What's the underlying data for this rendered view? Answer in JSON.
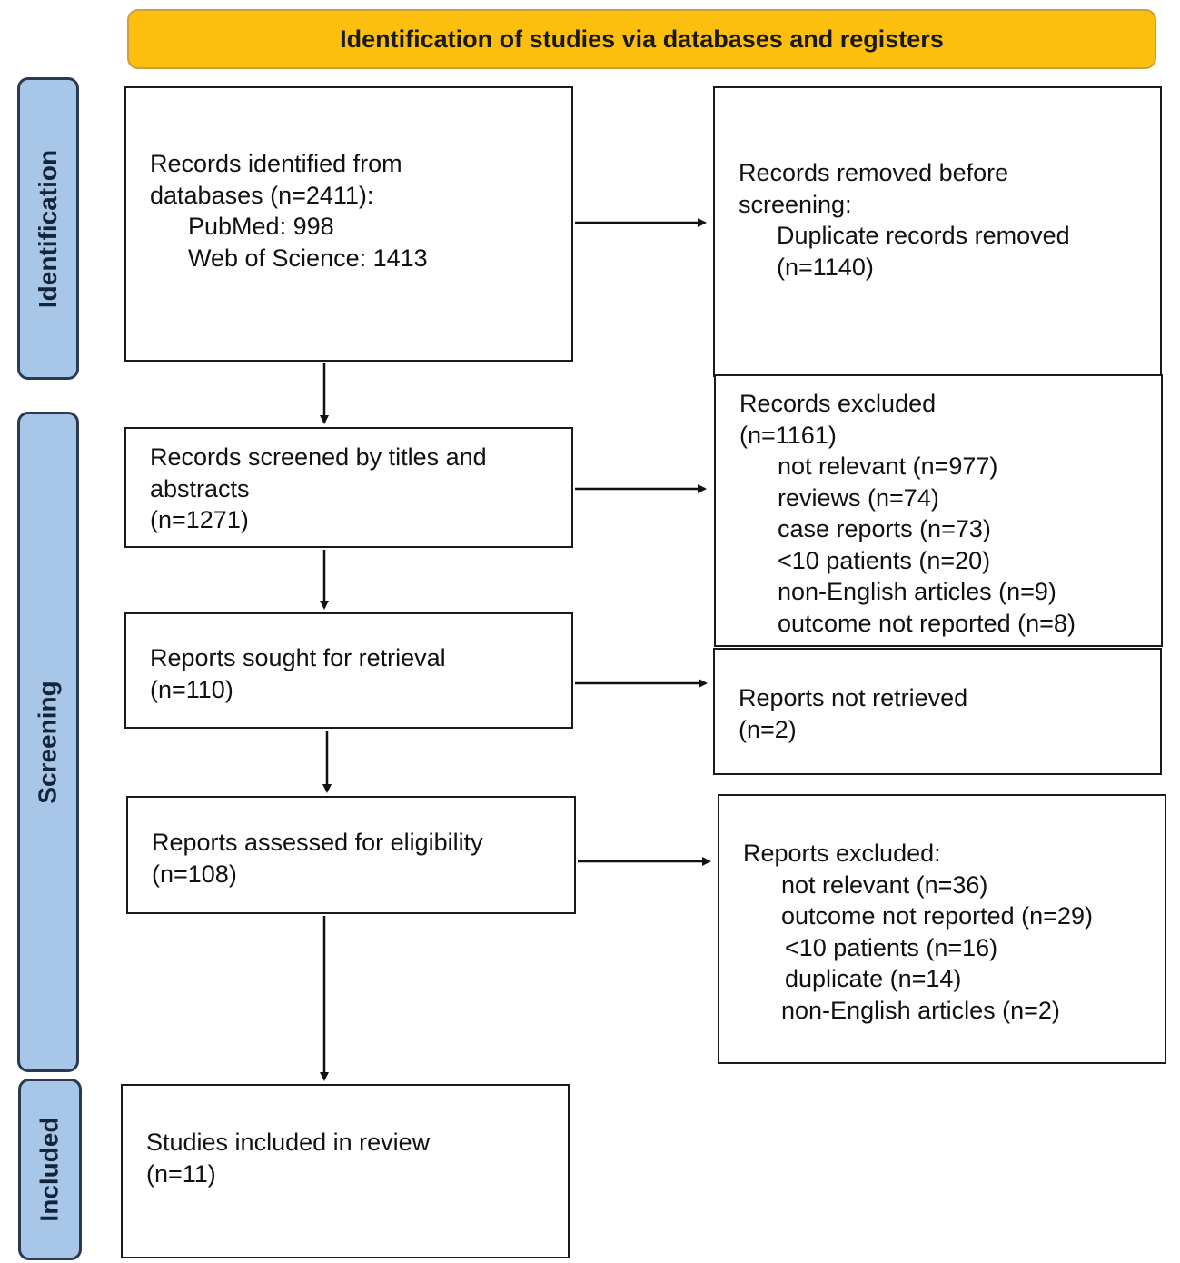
{
  "header": {
    "title": "Identification of studies via databases and registers"
  },
  "phases": {
    "identification": "Identification",
    "screening": "Screening",
    "included": "Included"
  },
  "boxes": {
    "records_identified": {
      "lines": [
        "Records identified from",
        "databases (n=2411):",
        "PubMed: 998",
        "Web of Science: 1413"
      ]
    },
    "records_removed": {
      "lines": [
        "Records removed before",
        "screening:",
        "Duplicate records removed",
        "(n=1140)"
      ]
    },
    "records_screened": {
      "lines": [
        "Records screened by titles and",
        "abstracts",
        "(n=1271)"
      ]
    },
    "records_excluded": {
      "lines": [
        "Records excluded",
        "(n=1161)",
        "not relevant (n=977)",
        "reviews (n=74)",
        "case reports (n=73)",
        "<10 patients (n=20)",
        "non-English articles (n=9)",
        "outcome not reported (n=8)"
      ]
    },
    "reports_sought": {
      "lines": [
        "Reports sought for retrieval",
        "(n=110)"
      ]
    },
    "reports_not_retrieved": {
      "lines": [
        "Reports not retrieved",
        "(n=2)"
      ]
    },
    "reports_assessed": {
      "lines": [
        "Reports assessed for eligibility",
        "(n=108)"
      ]
    },
    "reports_excluded": {
      "lines": [
        "Reports excluded:",
        "not relevant (n=36)",
        "outcome not reported (n=29)",
        "<10 patients (n=16)",
        "duplicate (n=14)",
        "non-English articles (n=2)"
      ]
    },
    "studies_included": {
      "lines": [
        "Studies included in review",
        "(n=11)"
      ]
    }
  },
  "colors": {
    "header_fill": "#fcbf0e",
    "phase_fill": "#a8c6e8",
    "phase_border": "#2a3a52"
  }
}
